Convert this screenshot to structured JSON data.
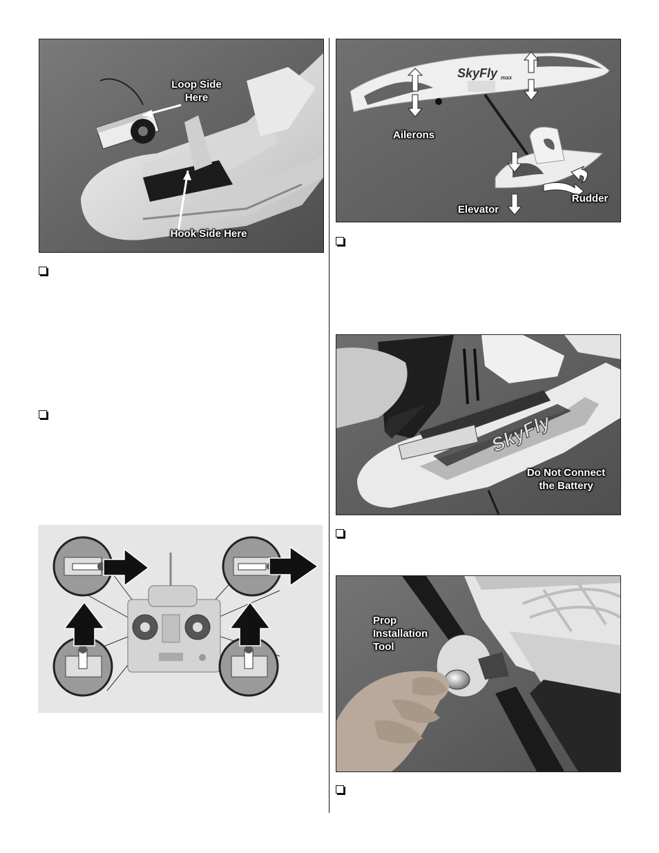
{
  "figures": {
    "battery_velcro": {
      "labels": {
        "loop_side": "Loop Side\nHere",
        "hook_side": "Hook Side Here"
      }
    },
    "control_surfaces": {
      "labels": {
        "ailerons": "Ailerons",
        "elevator": "Elevator",
        "rudder": "Rudder"
      },
      "printed_text": "SkyFly max"
    },
    "battery_install": {
      "labels": {
        "warning": "Do Not Connect\nthe Battery"
      },
      "printed_text": "SkyFly"
    },
    "prop_tool": {
      "labels": {
        "tool": "Prop\nInstallation\nTool"
      }
    },
    "transmitter_sticks": {
      "icons": [
        "right-arrow-icon",
        "right-arrow-icon",
        "up-arrow-icon",
        "up-arrow-icon"
      ]
    }
  },
  "checkbox_glyph": "❏"
}
